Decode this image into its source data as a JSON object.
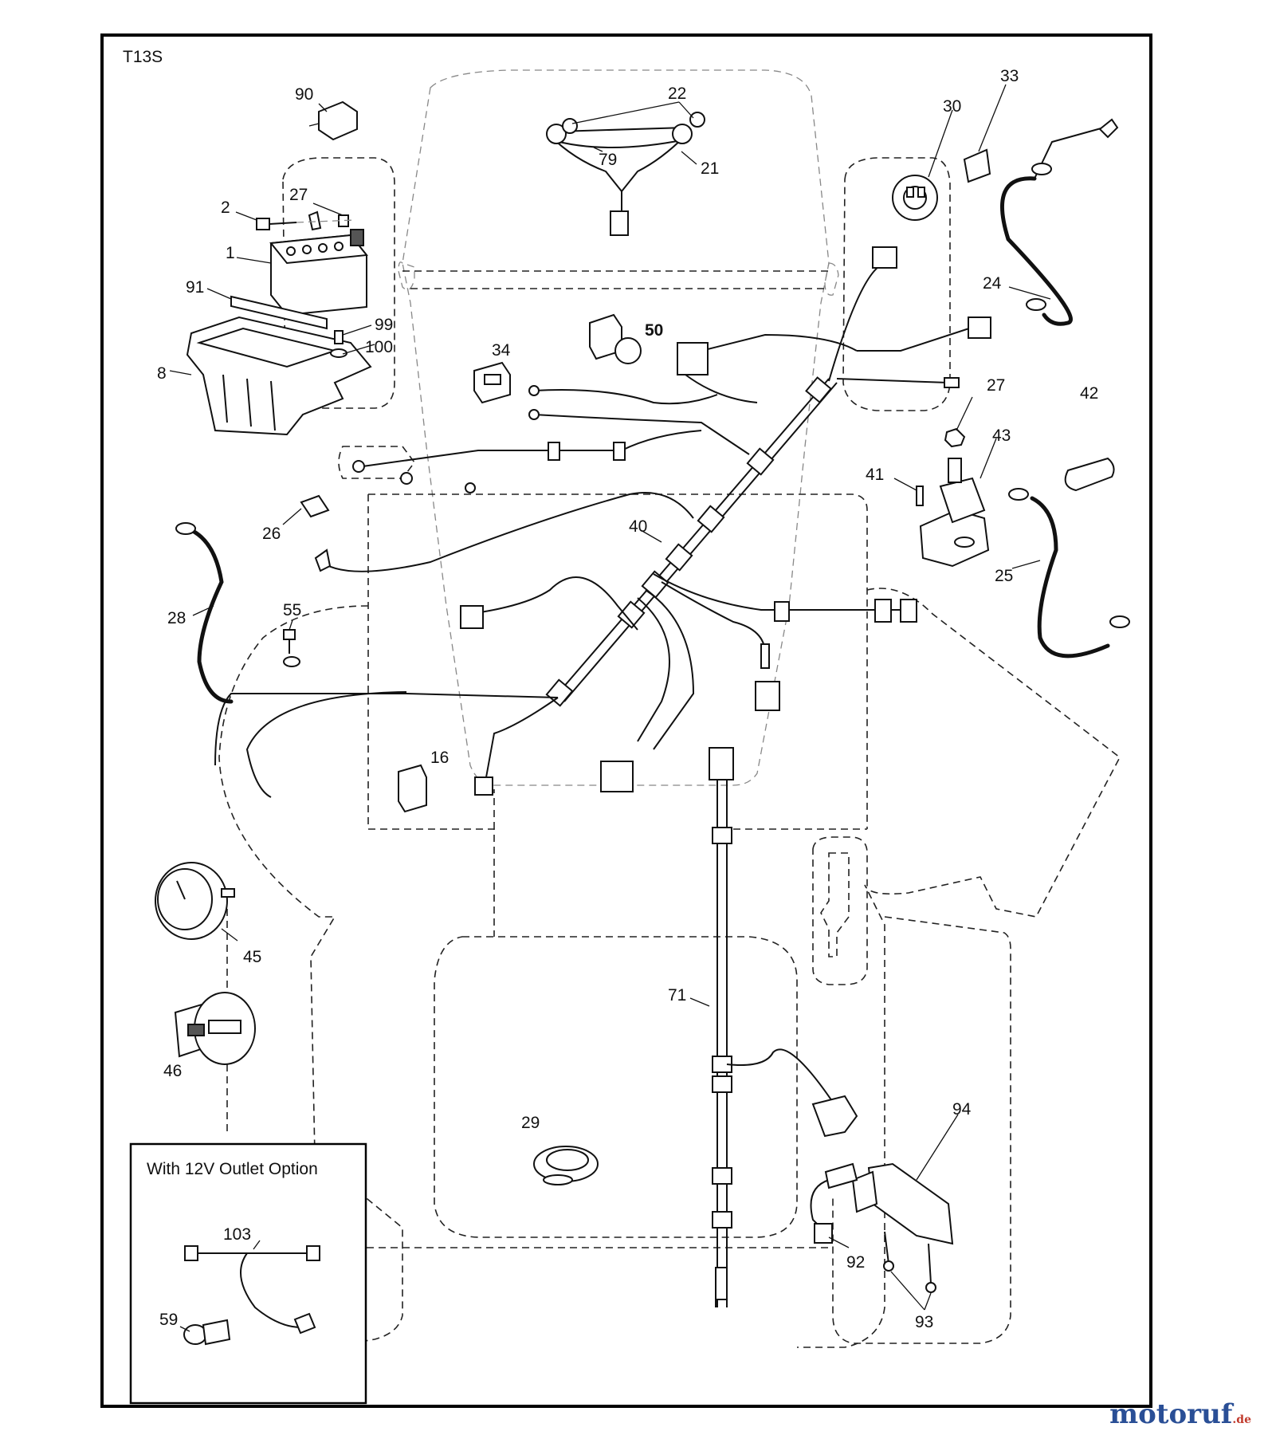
{
  "frame": {
    "title": "T13S"
  },
  "inset": {
    "title": "With 12V Outlet Option"
  },
  "callouts": {
    "c90": "90",
    "c22": "22",
    "c33": "33",
    "c30": "30",
    "c79": "79",
    "c21": "21",
    "c2": "2",
    "c27a": "27",
    "c1": "1",
    "c91": "91",
    "c99": "99",
    "c100": "100",
    "c8": "8",
    "c24": "24",
    "c50": "50",
    "c34": "34",
    "c27b": "27",
    "c42": "42",
    "c43": "43",
    "c41": "41",
    "c26": "26",
    "c40": "40",
    "c25": "25",
    "c28": "28",
    "c55": "55",
    "c16": "16",
    "c45": "45",
    "c71": "71",
    "c46": "46",
    "c29": "29",
    "c94": "94",
    "c103": "103",
    "c59": "59",
    "c92": "92",
    "c93": "93"
  },
  "watermark": {
    "name": "motoruf",
    "suffix": ".de"
  }
}
